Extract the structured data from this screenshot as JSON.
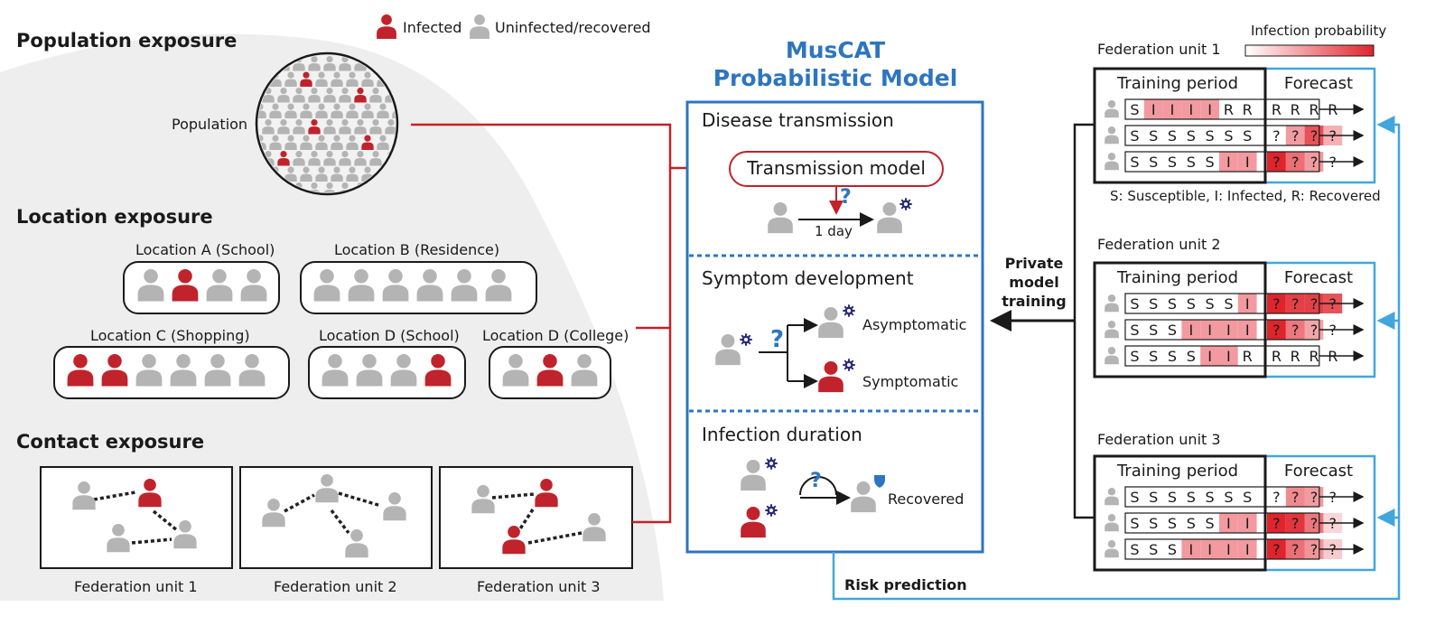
{
  "legend": {
    "infected": "Infected",
    "uninfected": "Uninfected/recovered",
    "infection_probability": "Infection probability"
  },
  "left": {
    "population_title": "Population exposure",
    "population_label": "Population",
    "location_title": "Location exposure",
    "locations": [
      {
        "label": "Location A (School)"
      },
      {
        "label": "Location B (Residence)"
      },
      {
        "label": "Location C (Shopping)"
      },
      {
        "label": "Location D (School)"
      },
      {
        "label": "Location D (College)"
      }
    ],
    "contact_title": "Contact exposure",
    "contact_units": [
      "Federation unit 1",
      "Federation unit 2",
      "Federation unit 3"
    ]
  },
  "model": {
    "title_line1": "MusCAT",
    "title_line2": "Probabilistic Model",
    "disease_transmission": "Disease transmission",
    "transmission_model": "Transmission model",
    "one_day": "1 day",
    "q": "?",
    "symptom_development": "Symptom development",
    "asymptomatic": "Asymptomatic",
    "symptomatic": "Symptomatic",
    "infection_duration": "Infection duration",
    "recovered": "Recovered"
  },
  "middle": {
    "private_line1": "Private",
    "private_line2": "model",
    "private_line3": "training",
    "risk_prediction": "Risk prediction"
  },
  "right": {
    "units": [
      {
        "title": "Federation unit 1",
        "training": "Training period",
        "forecast": "Forecast",
        "rows": [
          [
            "S",
            "I",
            "I",
            "I",
            "I",
            "R",
            "R"
          ],
          [
            "S",
            "S",
            "S",
            "S",
            "S",
            "S",
            "S"
          ],
          [
            "S",
            "S",
            "S",
            "S",
            "S",
            "I",
            "I"
          ]
        ],
        "forecasts": [
          [
            "R",
            "R",
            "R",
            "R"
          ],
          [
            "?",
            "?",
            "?",
            "?"
          ],
          [
            "?",
            "?",
            "?",
            "?"
          ]
        ],
        "risk": [
          [
            0,
            0,
            0,
            0
          ],
          [
            0,
            0.35,
            0.75,
            0.25
          ],
          [
            1,
            0.6,
            0.35,
            0
          ]
        ]
      },
      {
        "title": "Federation unit 2",
        "training": "Training period",
        "forecast": "Forecast",
        "rows": [
          [
            "S",
            "S",
            "S",
            "S",
            "S",
            "S",
            "I"
          ],
          [
            "S",
            "S",
            "S",
            "I",
            "I",
            "I",
            "I"
          ],
          [
            "S",
            "S",
            "S",
            "S",
            "I",
            "I",
            "R"
          ]
        ],
        "forecasts": [
          [
            "?",
            "?",
            "?",
            "?"
          ],
          [
            "?",
            "?",
            "?",
            "?"
          ],
          [
            "R",
            "R",
            "R",
            "R"
          ]
        ],
        "risk": [
          [
            1,
            0.85,
            0.85,
            0.75
          ],
          [
            1,
            0.55,
            0.3,
            0
          ],
          [
            0,
            0,
            0,
            0
          ]
        ]
      },
      {
        "title": "Federation unit 3",
        "training": "Training period",
        "forecast": "Forecast",
        "rows": [
          [
            "S",
            "S",
            "S",
            "S",
            "S",
            "S",
            "S"
          ],
          [
            "S",
            "S",
            "S",
            "S",
            "S",
            "I",
            "I"
          ],
          [
            "S",
            "S",
            "S",
            "I",
            "I",
            "I",
            "I"
          ]
        ],
        "forecasts": [
          [
            "?",
            "?",
            "?",
            "?"
          ],
          [
            "?",
            "?",
            "?",
            "?"
          ],
          [
            "?",
            "?",
            "?",
            "?"
          ]
        ],
        "risk": [
          [
            0,
            0.45,
            0.35,
            0
          ],
          [
            1,
            0.9,
            0.55,
            0.05
          ],
          [
            1,
            0.6,
            0.4,
            0.1
          ]
        ]
      }
    ],
    "legend_sir": "S: Susceptible, I: Infected, R: Recovered"
  },
  "colors": {
    "infected": "#c0232b",
    "uninfected": "#b4b4b4",
    "blue": "#2e75c0",
    "lightblue": "#41a6dd",
    "pink": "#f29aa0",
    "virus": "#2b2e7a"
  }
}
